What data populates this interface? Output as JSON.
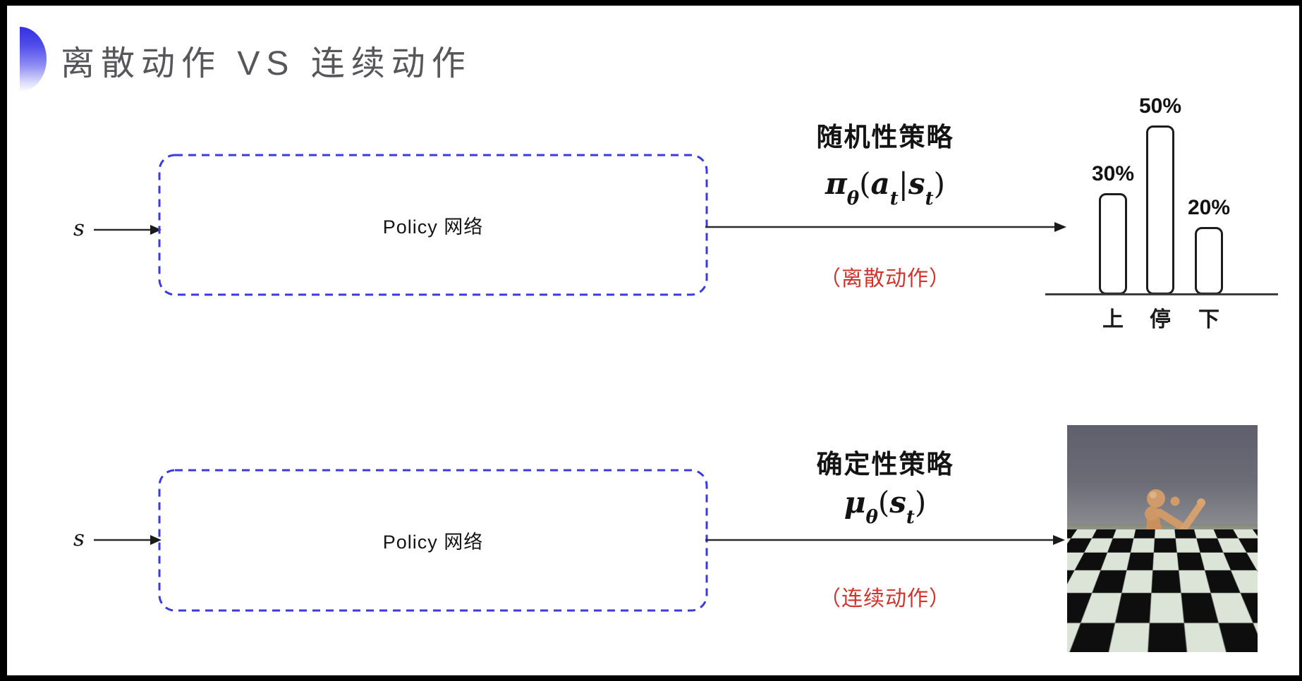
{
  "slide": {
    "title": "离散动作 VS 连续动作"
  },
  "top_flow": {
    "input_label": "s",
    "box_label": "Policy 网络",
    "policy_title": "随机性策略",
    "formula": {
      "base1": "π",
      "sub1": "θ",
      "open": "(",
      "base2": "a",
      "sub2": "t",
      "bar": "|",
      "base3": "s",
      "sub3": "t",
      "close": ")"
    },
    "action_type": "（离散动作）"
  },
  "bottom_flow": {
    "input_label": "s",
    "box_label": "Policy 网络",
    "policy_title": "确定性策略",
    "formula": {
      "base1": "μ",
      "sub1": "θ",
      "open": "(",
      "base2": "s",
      "sub2": "t",
      "close": ")"
    },
    "action_type": "（连续动作）"
  },
  "chart_data": {
    "type": "bar",
    "categories": [
      "上",
      "停",
      "下"
    ],
    "values": [
      30,
      50,
      20
    ],
    "labels": [
      "30%",
      "50%",
      "20%"
    ],
    "title": "",
    "xlabel": "",
    "ylabel": "",
    "ylim": [
      0,
      55
    ],
    "grid": false,
    "legend": "none",
    "bar_style": "white fill, black rounded outline"
  },
  "colors": {
    "box_border_blue": "#3a3ae0",
    "highlight_red": "#d0342c",
    "title_gray": "#57575b",
    "ink": "#141414"
  }
}
